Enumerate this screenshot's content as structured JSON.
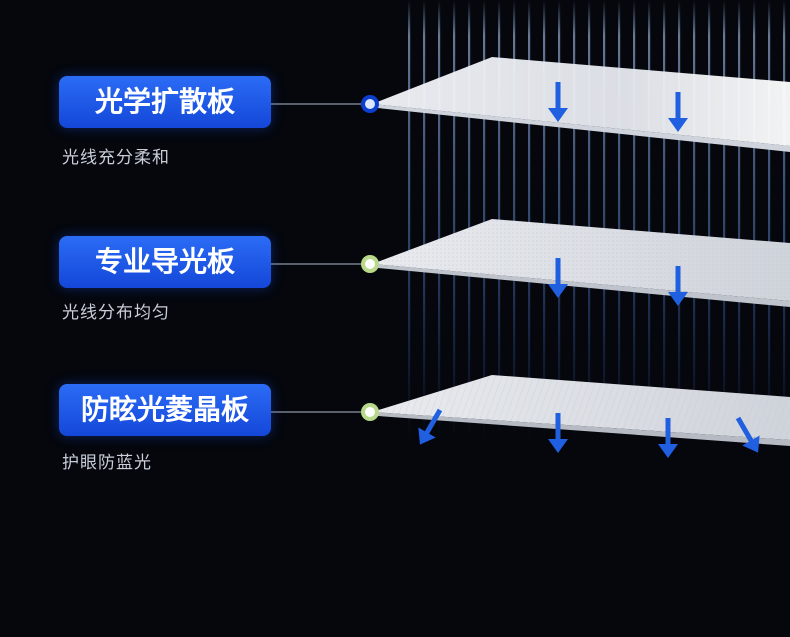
{
  "layers": [
    {
      "title": "光学扩散板",
      "subtitle": "光线充分柔和"
    },
    {
      "title": "专业导光板",
      "subtitle": "光线分布均匀"
    },
    {
      "title": "防眩光菱晶板",
      "subtitle": "护眼防蓝光"
    }
  ],
  "colors": {
    "background": "#05070d",
    "badge": "#1f5ae8",
    "arrow": "#1f5fe0",
    "light_beam": "#9fc6ff",
    "subtitle_text": "#c9ced8"
  },
  "icons": [
    "blue-dot-icon",
    "green-dot-icon",
    "green-dot-icon",
    "down-arrow-icon",
    "diagonal-arrow-icon"
  ]
}
